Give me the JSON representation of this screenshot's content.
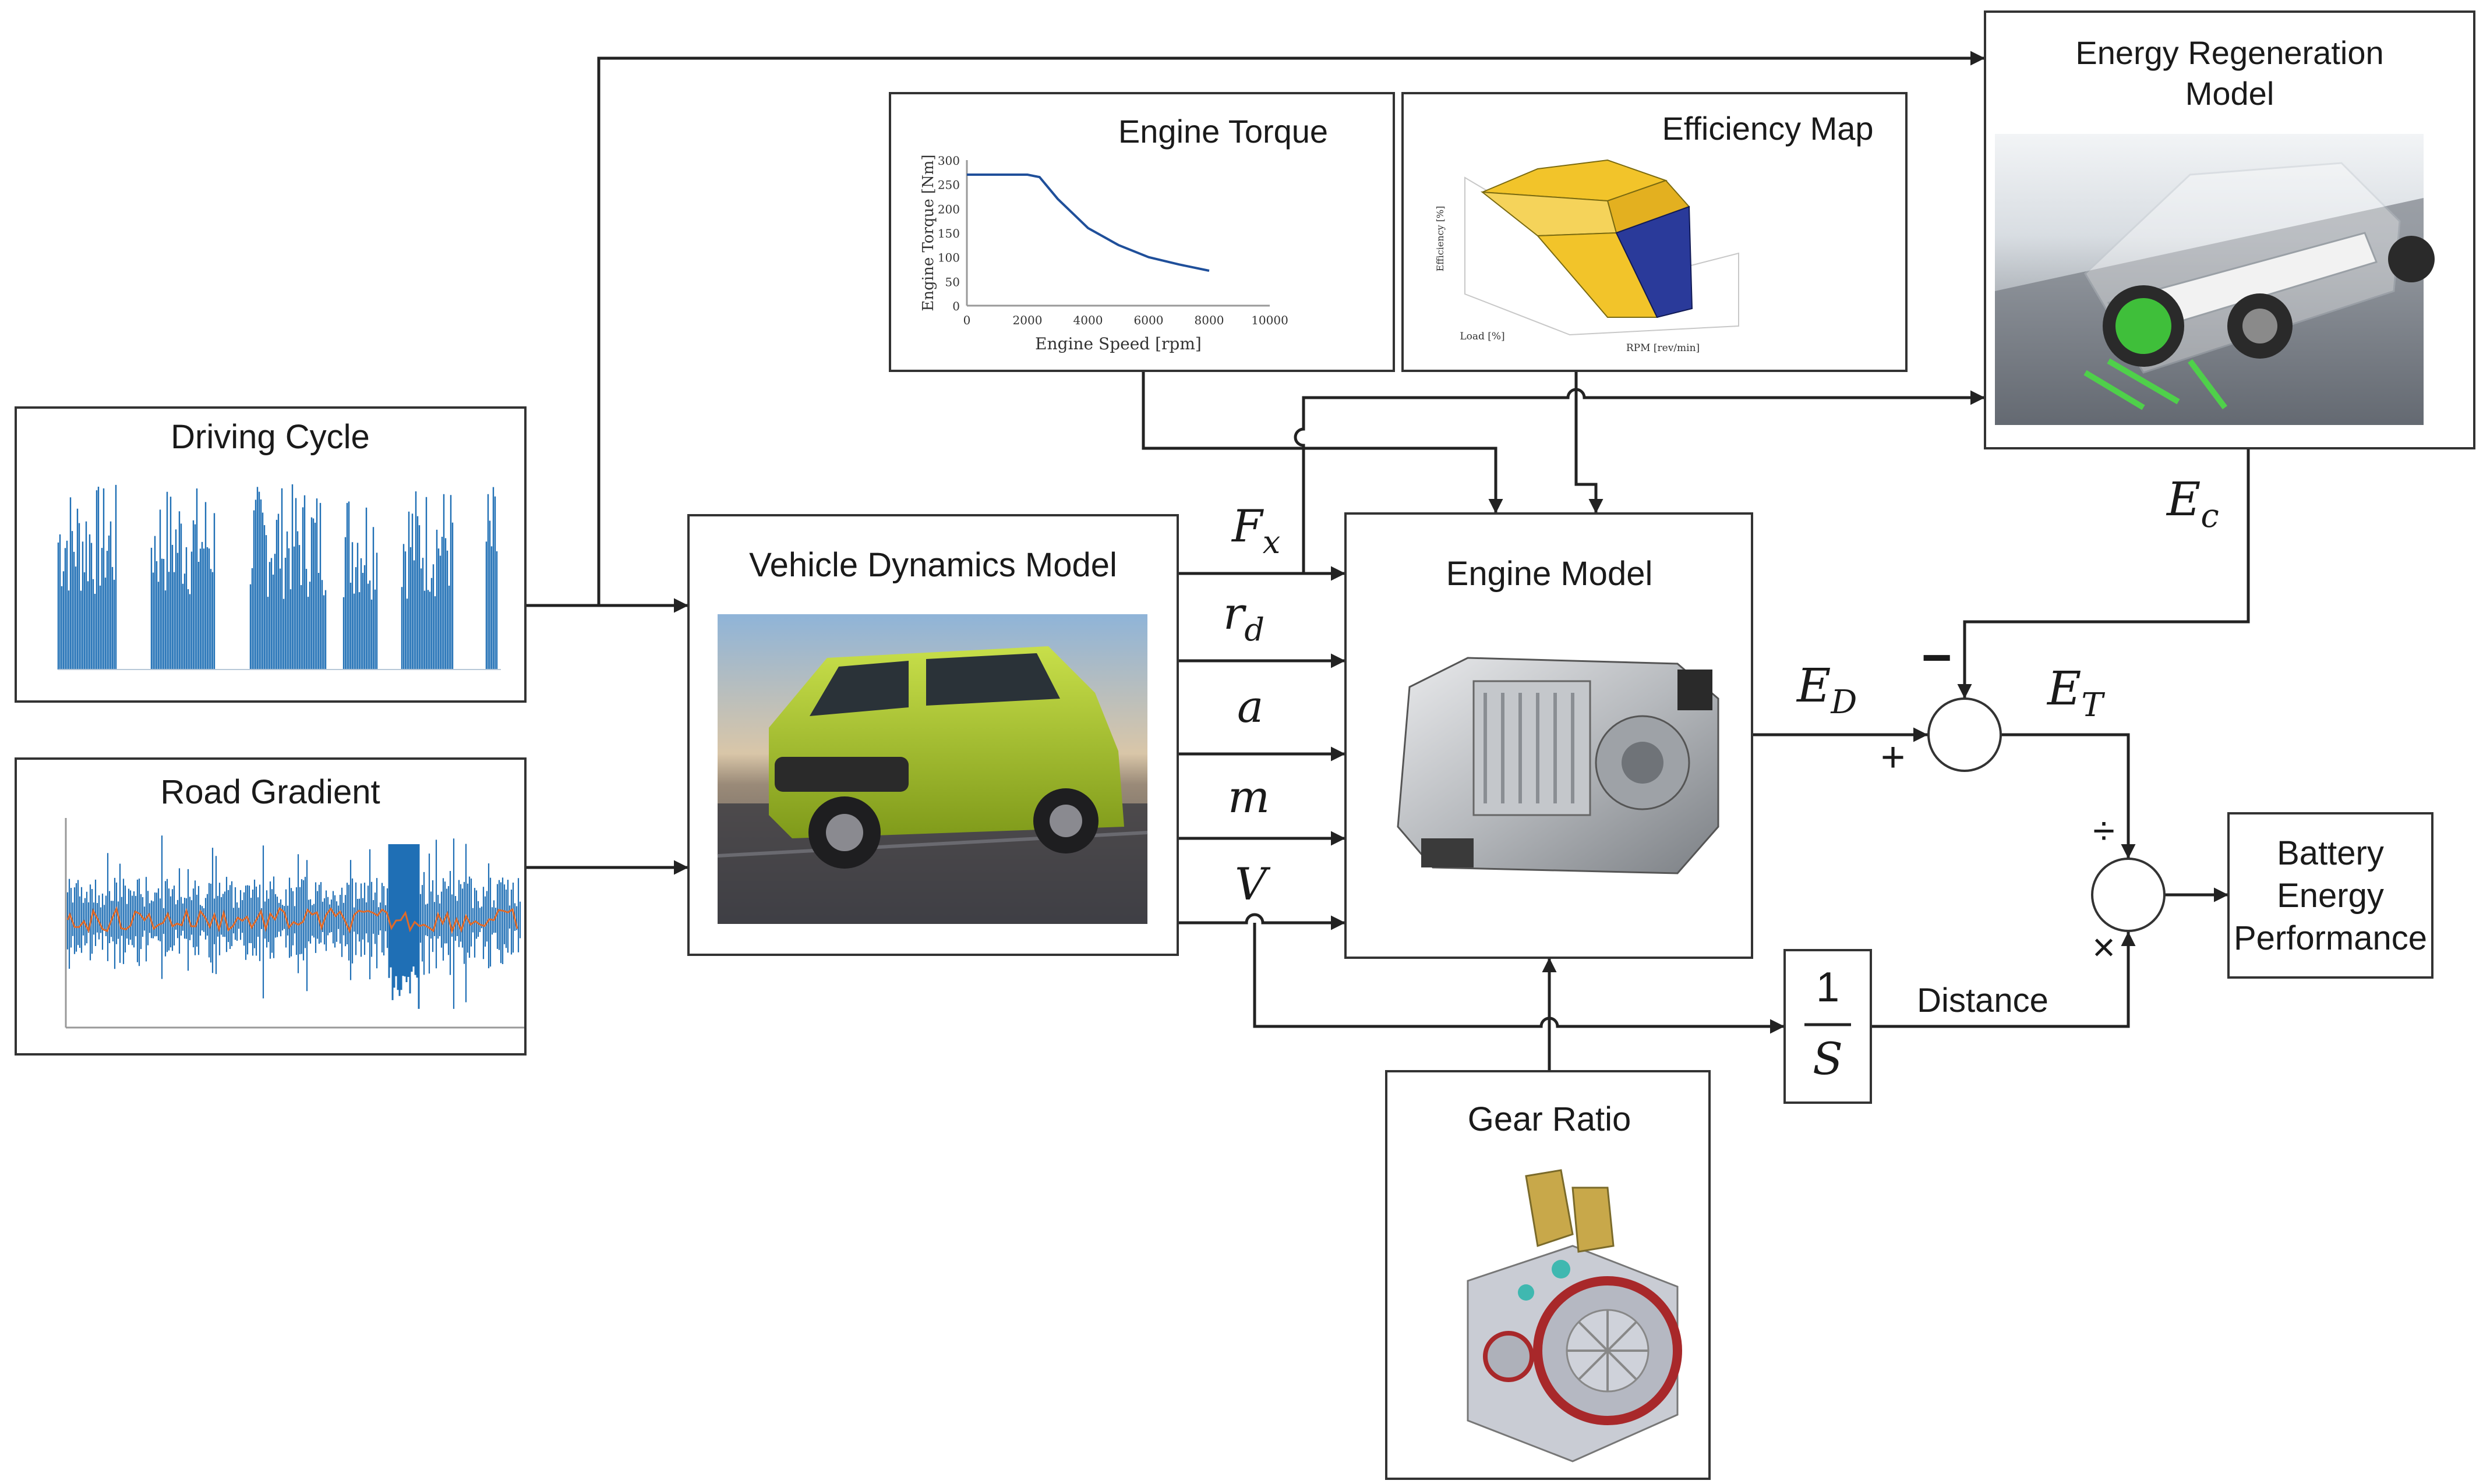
{
  "blocks": {
    "driving_cycle": "Driving Cycle",
    "road_gradient": "Road Gradient",
    "vehicle_dynamics": "Vehicle Dynamics Model",
    "engine_torque": "Engine Torque",
    "efficiency_map": "Efficiency Map",
    "energy_regen_1": "Energy Regeneration",
    "energy_regen_2": "Model",
    "engine_model": "Engine Model",
    "gear_ratio": "Gear Ratio",
    "battery_1": "Battery",
    "battery_2": "Energy",
    "battery_3": "Performance",
    "distance": "Distance",
    "integrator_num": "1",
    "integrator_den": "S"
  },
  "signals": {
    "fx": "F",
    "fx_sub": "x",
    "rd": "r",
    "rd_sub": "d",
    "a": "a",
    "m": "m",
    "v": "V",
    "ed": "E",
    "ed_sub": "D",
    "et": "E",
    "et_sub": "T",
    "ec": "E",
    "ec_sub": "c"
  },
  "operators": {
    "plus": "+",
    "minus": "−",
    "divide": "÷",
    "times": "×"
  },
  "torque_plot": {
    "ylabel": "Engine Torque [Nm]",
    "xlabel": "Engine Speed [rpm]",
    "yticks": [
      "300",
      "250",
      "200",
      "150",
      "100",
      "50",
      "0"
    ],
    "xticks": [
      "0",
      "2000",
      "4000",
      "6000",
      "8000",
      "10000"
    ]
  },
  "efficiency_plot": {
    "zlabel": "Efficiency [%]",
    "load_label": "Load [%]",
    "rpm_label": "RPM [rev/min]"
  },
  "colors": {
    "signal_blue": "#1f6fb5",
    "signal_orange": "#e06a2a",
    "car_lime": "#a8c62a",
    "surface_yellow": "#f2c42a",
    "surface_navy": "#2a3a9a",
    "housing_red": "#a8282a"
  },
  "chart_data": {
    "type": "line",
    "x": [
      0,
      1000,
      2000,
      2400,
      3000,
      4000,
      5000,
      6000,
      7000,
      8000
    ],
    "series": [
      {
        "values": [
          270,
          270,
          270,
          265,
          220,
          160,
          125,
          100,
          85,
          72
        ]
      }
    ],
    "xlabel": "Engine Speed [rpm]",
    "ylabel": "Engine Torque [Nm]",
    "xlim": [
      0,
      10000
    ],
    "ylim": [
      0,
      300
    ]
  }
}
